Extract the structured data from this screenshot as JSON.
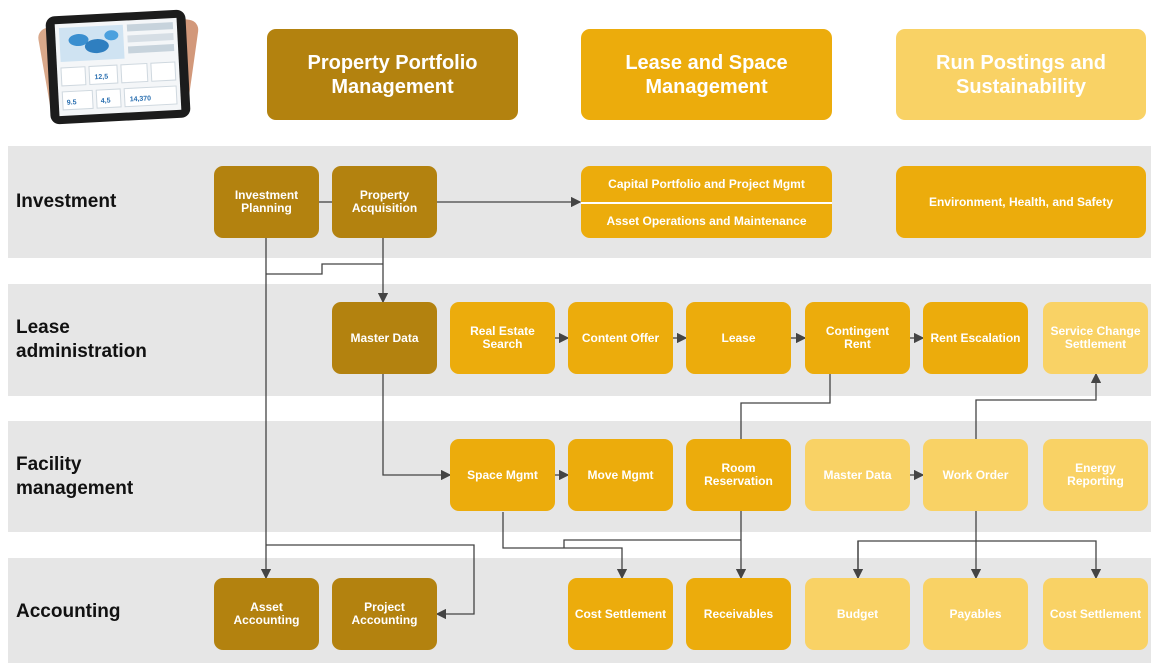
{
  "headers": {
    "ppm": "Property Portfolio Management",
    "lsm": "Lease and Space Management",
    "rps": "Run Postings and Sustainability"
  },
  "rows": {
    "investment": "Investment",
    "lease": "Lease administration",
    "facility": "Facility management",
    "accounting": "Accounting"
  },
  "nodes": {
    "investment_planning": "Investment Planning",
    "property_acquisition": "Property Acquisition",
    "capital_portfolio": "Capital Portfolio and Project Mgmt",
    "asset_operations": "Asset Operations and Maintenance",
    "ehs": "Environment, Health, and Safety",
    "master_data_lease": "Master Data",
    "real_estate_search": "Real Estate Search",
    "content_offer": "Content Offer",
    "lease": "Lease",
    "contingent_rent": "Contingent Rent",
    "rent_escalation": "Rent Escalation",
    "service_change": "Service Change Settlement",
    "space_mgmt": "Space Mgmt",
    "move_mgmt": "Move Mgmt",
    "room_reservation": "Room Reservation",
    "master_data_fac": "Master Data",
    "work_order": "Work Order",
    "energy_reporting": "Energy Reporting",
    "asset_accounting": "Asset Accounting",
    "project_accounting": "Project Accounting",
    "cost_settlement_1": "Cost Settlement",
    "receivables": "Receivables",
    "budget": "Budget",
    "payables": "Payables",
    "cost_settlement_2": "Cost Settlement"
  },
  "tablet": {
    "stat_1": "12,5",
    "stat_2": "9.5",
    "stat_3": "4,5",
    "stat_4": "14,370"
  },
  "colors": {
    "dark": "#b3820f",
    "mid": "#ecac0c",
    "light": "#f9d265",
    "band": "#e6e6e6",
    "connector": "#444444"
  }
}
